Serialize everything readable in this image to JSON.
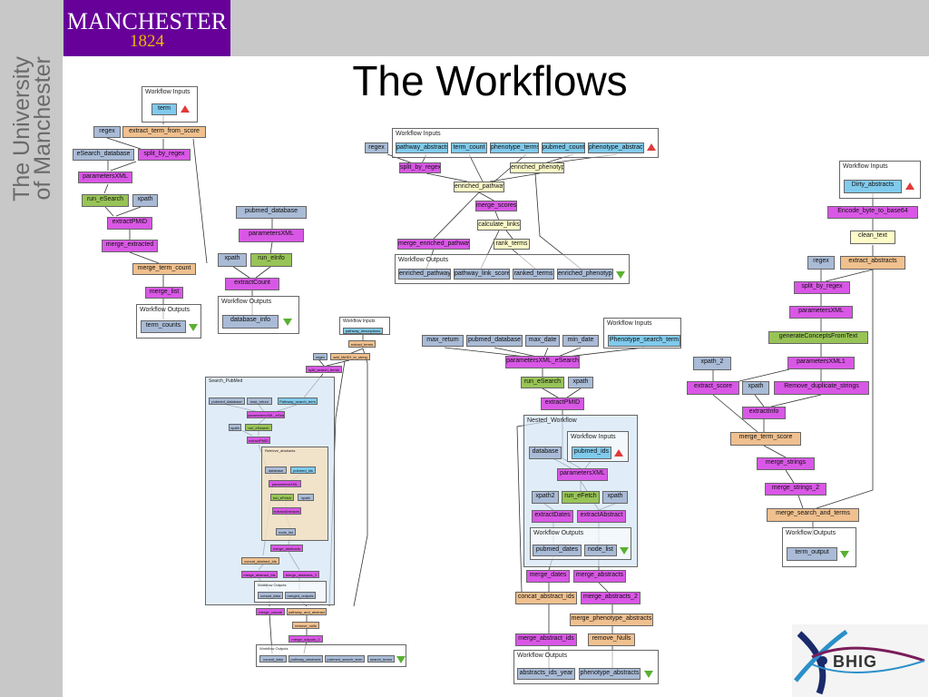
{
  "slide": {
    "title": "The Workflows",
    "logo": {
      "name": "MANCHESTER",
      "year": "1824"
    },
    "university_side_text": "The University\nof Manchester",
    "partner_logo": "BHIG"
  },
  "colors": {
    "header_gray": "#c8c8c8",
    "logo_purple": "#660099",
    "logo_gold": "#f4b400",
    "node_magenta": "#d957e6",
    "node_blue": "#a9bbd6",
    "node_green": "#98c457",
    "node_tan": "#f0c08e",
    "node_cream": "#fdfbc8",
    "node_cyan": "#80caec"
  },
  "workflow1": {
    "inputs_label": "Workflow Inputs",
    "outputs_label": "Workflow Outputs",
    "nodes": [
      "term",
      "regex",
      "extract_term_from_score",
      "eSearch_database",
      "split_by_regex",
      "parametersXML",
      "run_eSearch",
      "xpath",
      "extractPMID",
      "merge_extracted",
      "merge_term_count",
      "merge_list",
      "term_counts"
    ]
  },
  "workflow2": {
    "inputs_label": "Workflow Inputs",
    "outputs_label": "Workflow Outputs",
    "nodes": [
      "pubmed_database",
      "parametersXML",
      "xpath",
      "run_eInfo",
      "extractCount",
      "database_info"
    ]
  },
  "workflow3": {
    "inputs_label": "Workflow Inputs",
    "outputs_label": "Workflow Outputs",
    "nodes": [
      "regex",
      "pathway_abstracts",
      "term_count",
      "phenotype_terms",
      "pubmed_count",
      "phenotype_abstracts",
      "split_by_regex",
      "enriched_phenotype",
      "enriched_pathway",
      "merge_scores",
      "calculate_links",
      "rank_terms",
      "merge_enriched_pathways",
      "enriched_pathway",
      "pathway_link_scores",
      "ranked_terms",
      "enriched_phenotype"
    ]
  },
  "workflow4": {
    "inputs_label": "Workflow Inputs",
    "outputs_label": "Workflow Outputs",
    "nodes": [
      "Dirty_abstracts",
      "Encode_byte_to_base64",
      "clean_text",
      "regex",
      "extract_abstracts",
      "split_by_regex",
      "parametersXML",
      "generateConceptsFromText",
      "xpath_2",
      "parametersXML1",
      "extract_score",
      "xpath",
      "Remove_duplicate_strings",
      "extractInfo",
      "merge_term_score",
      "merge_strings",
      "merge_strings_2",
      "merge_search_and_terms",
      "term_output"
    ]
  },
  "workflow5": {
    "inputs_label": "Workflow Inputs",
    "nested_label": "Nested_Workflow",
    "outputs_label": "Workflow Outputs",
    "nested_inputs_label": "Workflow Inputs",
    "nested_outputs_label": "Workflow Outputs",
    "nodes": [
      "max_return",
      "pubmed_database",
      "max_date",
      "min_date",
      "Phenotype_search_term",
      "parametersXML_eSearch",
      "run_eSearch",
      "xpath",
      "extractPMID",
      "database",
      "pubmed_ids",
      "parametersXML",
      "xpath2",
      "run_eFetch",
      "xpath",
      "extractDates",
      "extractAbstract",
      "pubmed_dates",
      "node_list",
      "merge_dates",
      "merge_abstracts",
      "concat_abstract_ids",
      "merge_abstracts_2",
      "merge_phenotype_abstracts",
      "merge_abstract_ids",
      "remove_Nulls",
      "abstracts_ids_year",
      "phenotype_abstracts"
    ]
  },
  "workflow6": {
    "inputs_label": "Workflow Inputs",
    "search_label": "Search_PubMed",
    "retrieve_label": "Retrieve_abstracts",
    "outputs_label": "Workflow Outputs",
    "nodes": [
      "pathway_descriptions",
      "extract_terms",
      "regex",
      "add_MeSH_to_string",
      "split_search_terms",
      "pubmed_database",
      "max_return",
      "Pathway_search_term",
      "parametersXML_eSearch",
      "xpath",
      "run_eSearch",
      "extractPMID",
      "database",
      "pubmed_ids",
      "parametersXML",
      "run_eFetch",
      "xpath",
      "extractAbstracts",
      "node_list",
      "merge_abstracts",
      "concat_abstract_ids",
      "merge_abstract_ids",
      "merge_abstracts_2",
      "concat_data",
      "merged_outputs",
      "merge_concat",
      "pathway_and_abstract",
      "remove_nulls",
      "merge_outputs_2",
      "concat_data",
      "pathway_abstracts",
      "pubmed_search_term",
      "search_terms"
    ]
  }
}
